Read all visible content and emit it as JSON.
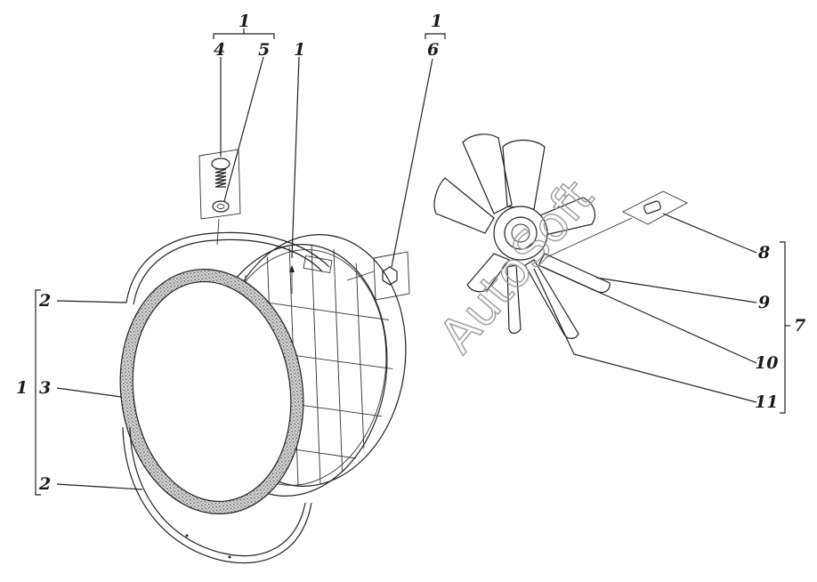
{
  "labels": {
    "l1_top_left": "1",
    "l4": "4",
    "l5": "5",
    "l1_ring": "1",
    "l1_top_mid": "1",
    "l6": "6",
    "l2_upper": "2",
    "l3": "3",
    "l1_side": "1",
    "l2_lower": "2",
    "l8": "8",
    "l9": "9",
    "l7": "7",
    "l10": "10",
    "l11": "11"
  },
  "watermark": "AutoSoft",
  "colors": {
    "line": "#222222",
    "seal": "#8a8a8a",
    "blade": "#f2f2f2",
    "watermark": "#9a9a9a"
  }
}
